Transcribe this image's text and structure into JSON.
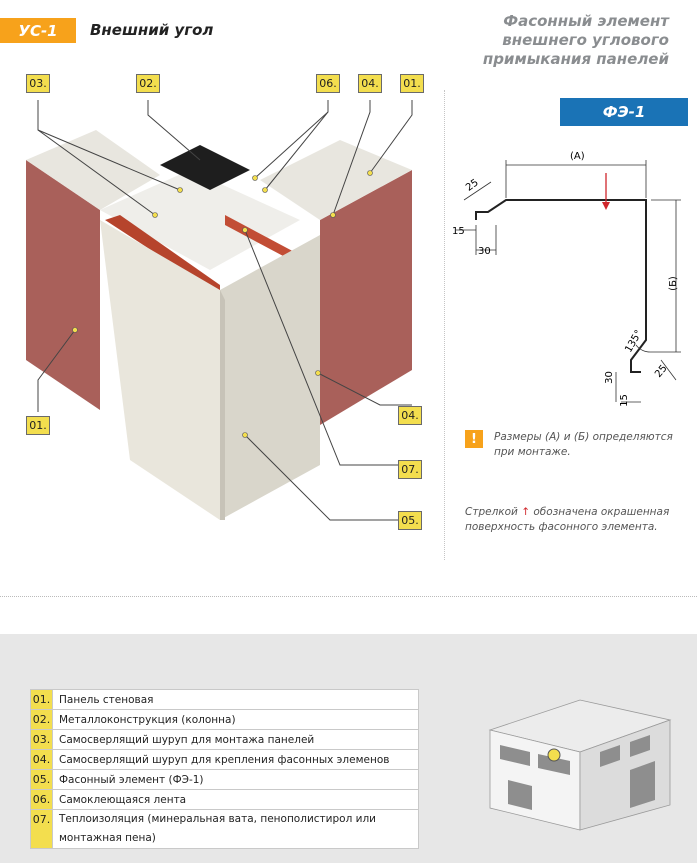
{
  "header": {
    "code": "УС-1",
    "title": "Внешний угол",
    "subtitle_lines": [
      "Фасонный элемент",
      "внешнего углового",
      "примыкания панелей"
    ]
  },
  "element": {
    "code": "ФЭ-1"
  },
  "callouts": {
    "c03": "03.",
    "c02": "02.",
    "c06": "06.",
    "c04t": "04.",
    "c01t": "01.",
    "c01l": "01.",
    "c04r": "04.",
    "c07": "07.",
    "c05": "05."
  },
  "dimensions": {
    "a": "(А)",
    "b": "(Б)",
    "d25a": "25",
    "d15a": "15",
    "d30a": "30",
    "angle": "135°",
    "d30b": "30",
    "d15b": "15",
    "d25b": "25"
  },
  "notes": {
    "warn_icon": "!",
    "sizes": [
      "Размеры (А) и (Б) определяются",
      "при монтаже."
    ],
    "arrow_prefix": "Стрелкой",
    "arrow_suffix": "обозначена окрашенная",
    "arrow_line2": "поверхность фасонного элемента."
  },
  "legend": [
    {
      "num": "01.",
      "text": "Панель стеновая"
    },
    {
      "num": "02.",
      "text": "Металлоконструкция (колонна)"
    },
    {
      "num": "03.",
      "text": "Самосверлящий шуруп для монтажа панелей"
    },
    {
      "num": "04.",
      "text": "Самосверлящий шуруп для крепления фасонных элеменов"
    },
    {
      "num": "05.",
      "text": "Фасонный элемент (ФЭ-1)"
    },
    {
      "num": "06.",
      "text": "Самоклеющаяся лента"
    },
    {
      "num": "07.",
      "text": "Теплоизоляция (минеральная вата, пенополистирол или монтажная пена)"
    }
  ],
  "colors": {
    "accent_orange": "#f7a21b",
    "accent_blue": "#1a73b6",
    "callout_yellow": "#f3de4e",
    "panel_red": "#a9605a",
    "panel_light": "#e9e6dc"
  }
}
